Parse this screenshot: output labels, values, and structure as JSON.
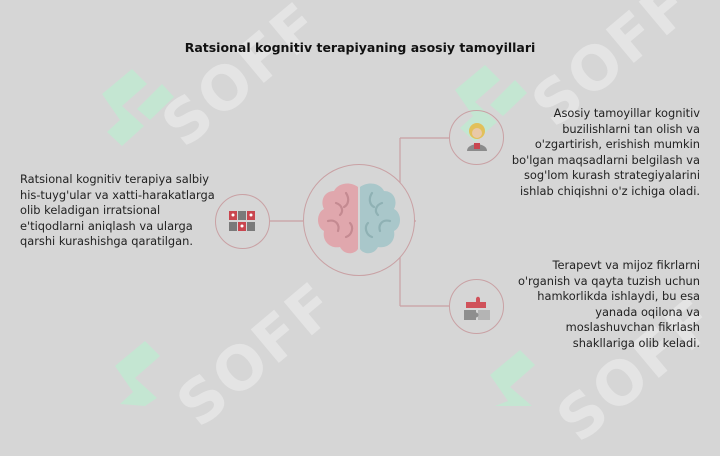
{
  "title": "Ratsional kognitiv terapiyaning asosiy tamoyillari",
  "left_text": "Ratsional kognitiv terapiya salbiy his-tuyg'ular va xatti-harakatlarga olib keladigan irratsional e'tiqodlarni aniqlash va ularga qarshi kurashishga qaratilgan.",
  "right_top_text": "Asosiy tamoyillar kognitiv buzilishlarni tan olish va o'zgartirish, erishish mumkin bo'lgan maqsadlarni belgilash va sog'lom kurash strategiyalarini ishlab chiqishni o'z ichiga oladi.",
  "right_bottom_text": "Terapevt va mijoz fikrlarni o'rganish va qayta tuzish uchun hamkorlikda ishlaydi, bu esa yanada oqilona va moslashuvchan fikrlash shakllariga olib keladi.",
  "watermark": "SOFF",
  "icons": {
    "center": "brain-icon",
    "left": "emotions-cards-icon",
    "right_top": "person-thinking-icon",
    "right_bottom": "puzzle-pieces-icon"
  },
  "colors": {
    "background": "#d6d6d6",
    "connector": "#c9a1a4",
    "brain_left": "#e0a7ad",
    "brain_right": "#a9c7ca",
    "watermark_green": "#bfe3cf"
  }
}
